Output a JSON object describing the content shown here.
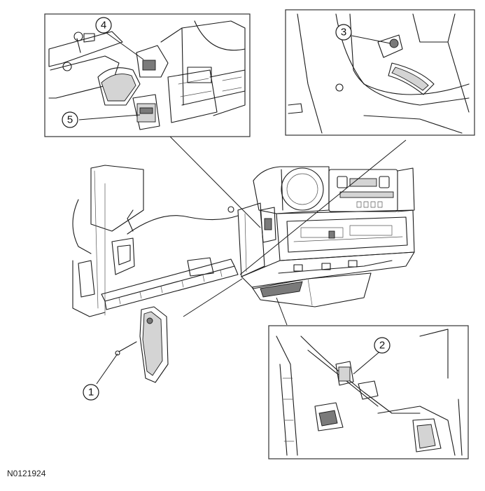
{
  "figure_id": "N0121924",
  "callouts": [
    {
      "label": "1"
    },
    {
      "label": "2"
    },
    {
      "label": "3"
    },
    {
      "label": "4"
    },
    {
      "label": "5"
    }
  ]
}
